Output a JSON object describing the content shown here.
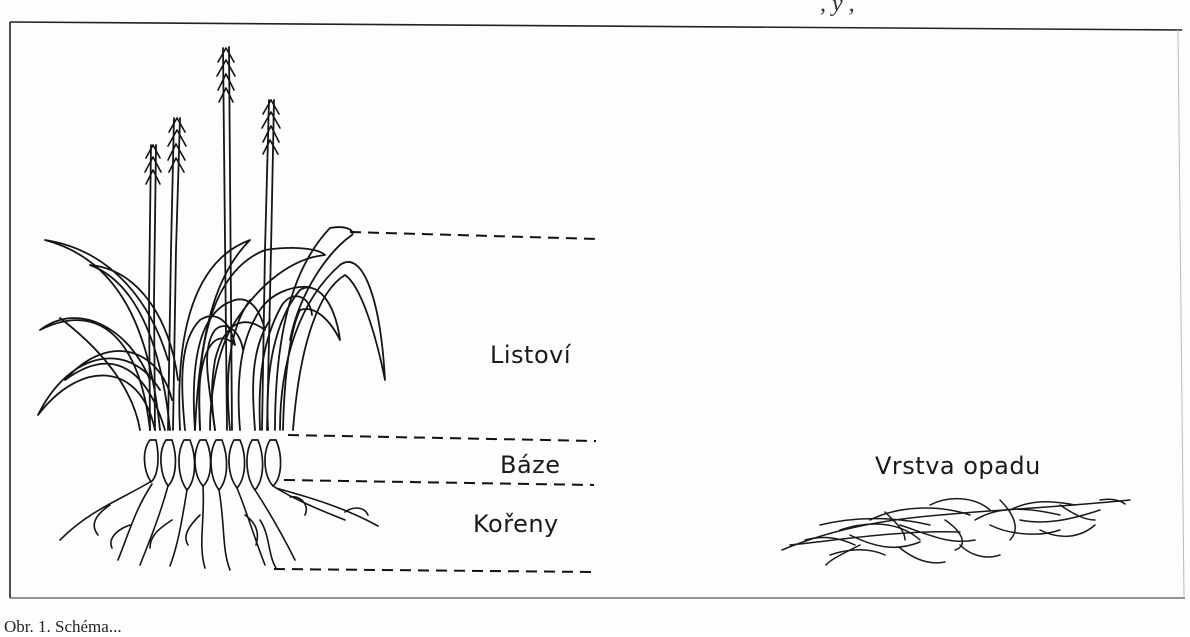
{
  "header_fragment": ", y       ,",
  "labels": {
    "foliage": "Listoví",
    "base": "Báze",
    "roots": "Kořeny",
    "litter": "Vrstva opadu"
  },
  "caption": "Obr. 1. Schéma..."
}
